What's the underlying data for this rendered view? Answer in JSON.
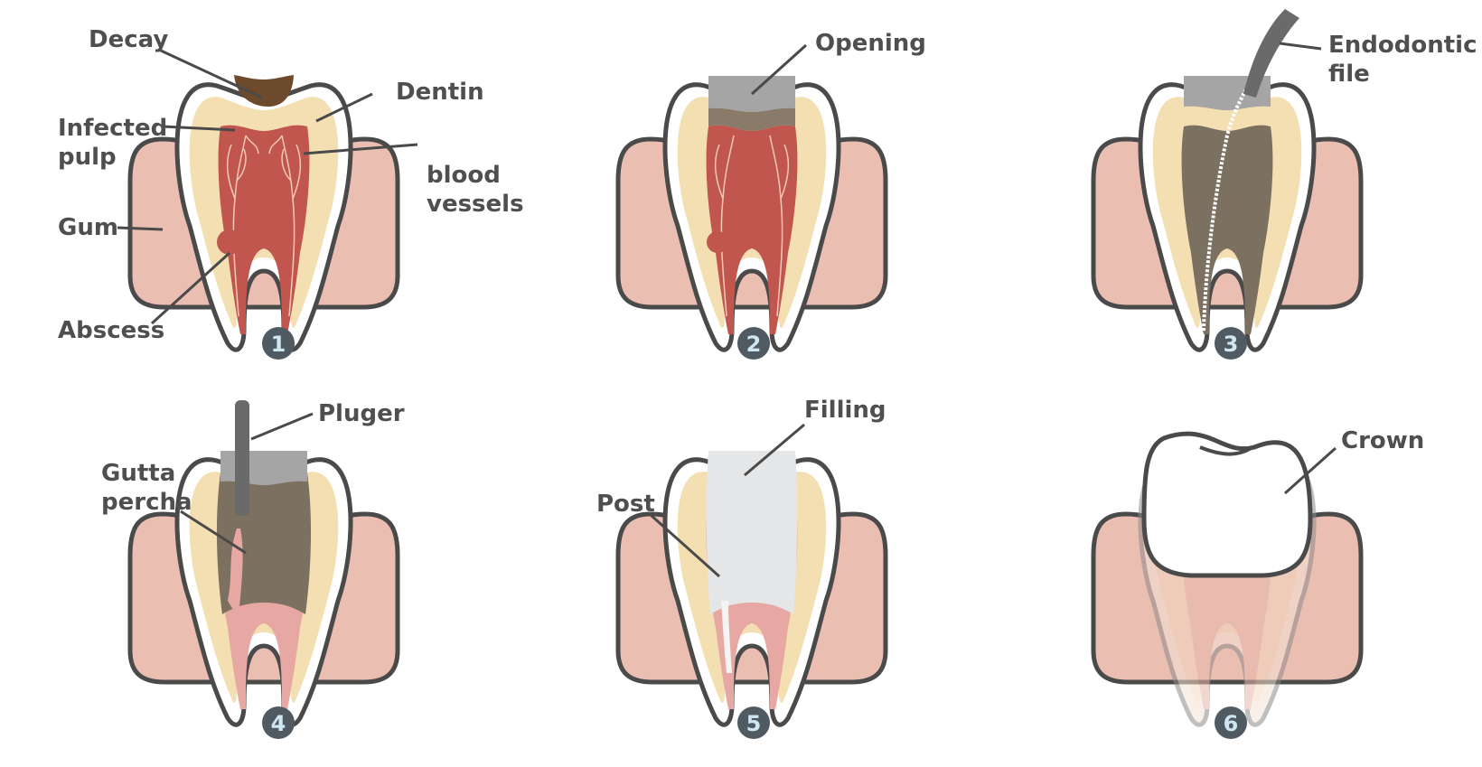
{
  "colors": {
    "outline": "#4a4a4a",
    "gum": "#ebbeb2",
    "dentin": "#f3dfb2",
    "pulp": "#c0564e",
    "decay": "#6e4a2c",
    "opening": "#a5a5a5",
    "cleaned": "#7c7160",
    "gutta": "#e7a7a3",
    "filling": "#e5e6e7",
    "badge": "#505a63",
    "badge_text": "#cfe6f3"
  },
  "steps": [
    {
      "number": "1",
      "labels": {
        "decay": "Decay",
        "dentin": "Dentin",
        "infected_pulp_1": "Infected",
        "infected_pulp_2": "pulp",
        "blood_vessels_1": "blood",
        "blood_vessels_2": "vessels",
        "gum": "Gum",
        "abscess": "Abscess"
      }
    },
    {
      "number": "2",
      "labels": {
        "opening": "Opening"
      }
    },
    {
      "number": "3",
      "labels": {
        "endodontic_file_1": "Endodontic",
        "endodontic_file_2": "file"
      }
    },
    {
      "number": "4",
      "labels": {
        "pluger": "Pluger",
        "gutta_percha_1": "Gutta",
        "gutta_percha_2": "percha"
      }
    },
    {
      "number": "5",
      "labels": {
        "filling": "Filling",
        "post": "Post"
      }
    },
    {
      "number": "6",
      "labels": {
        "crown": "Crown"
      }
    }
  ]
}
